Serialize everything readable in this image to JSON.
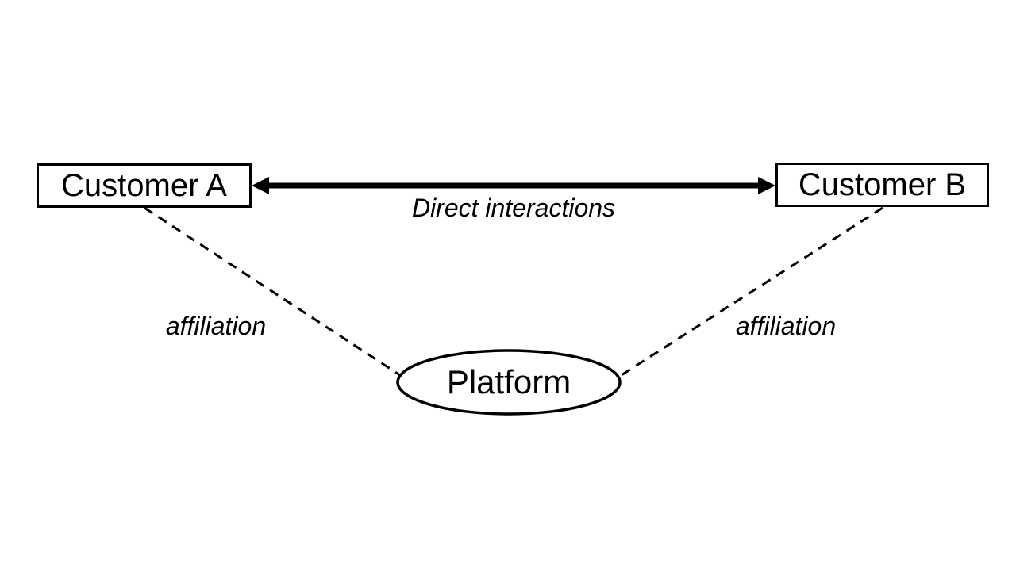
{
  "diagram": {
    "nodes": {
      "customer_a": {
        "label": "Customer A",
        "shape": "rectangle"
      },
      "customer_b": {
        "label": "Customer B",
        "shape": "rectangle"
      },
      "platform": {
        "label": "Platform",
        "shape": "ellipse"
      }
    },
    "edges": {
      "direct_interactions": {
        "label": "Direct interactions",
        "from": "customer_a",
        "to": "customer_b",
        "style": "solid",
        "arrowheads": "both"
      },
      "affiliation_a": {
        "label": "affiliation",
        "from": "customer_a",
        "to": "platform",
        "style": "dashed",
        "arrowheads": "none"
      },
      "affiliation_b": {
        "label": "affiliation",
        "from": "customer_b",
        "to": "platform",
        "style": "dashed",
        "arrowheads": "none"
      }
    },
    "colors": {
      "foreground": "#000000",
      "background": "#ffffff"
    }
  }
}
